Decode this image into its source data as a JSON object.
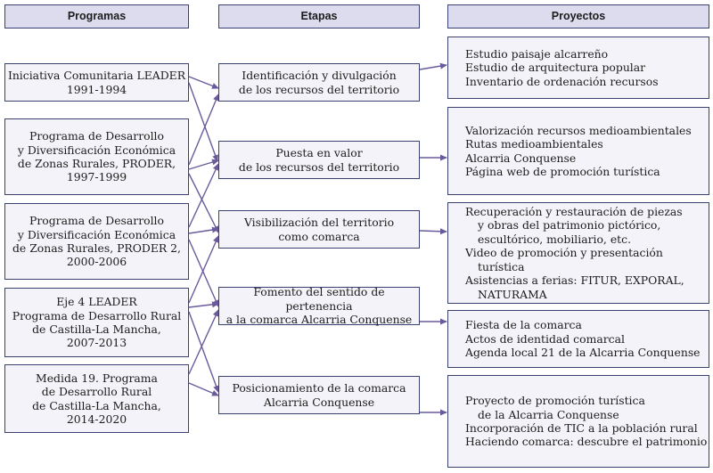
{
  "headers": {
    "programas": "Programas",
    "etapas": "Etapas",
    "proyectos": "Proyectos"
  },
  "programas": [
    {
      "lines": [
        "Iniciativa Comunitaria LEADER",
        "1991-1994"
      ]
    },
    {
      "lines": [
        "Programa de Desarrollo",
        "y Diversificación Económica",
        "de Zonas Rurales, PRODER,",
        "1997-1999"
      ]
    },
    {
      "lines": [
        "Programa de Desarrollo",
        "y Diversificación Económica",
        "de Zonas Rurales, PRODER 2,",
        "2000-2006"
      ]
    },
    {
      "lines": [
        "Eje 4 LEADER",
        "Programa de Desarrollo Rural",
        "de Castilla-La Mancha,",
        "2007-2013"
      ]
    },
    {
      "lines": [
        "Medida 19. Programa",
        "de Desarrollo Rural",
        "de Castilla-La Mancha,",
        "2014-2020"
      ]
    }
  ],
  "etapas": [
    {
      "lines": [
        "Identificación y divulgación",
        "de los recursos del territorio"
      ]
    },
    {
      "lines": [
        "Puesta en valor",
        "de los recursos del territorio"
      ]
    },
    {
      "lines": [
        "Visibilización del territorio",
        "como comarca"
      ]
    },
    {
      "lines": [
        "Fomento del sentido de pertenencia",
        "a la comarca Alcarria Conquense"
      ]
    },
    {
      "lines": [
        "Posicionamiento de la comarca",
        "Alcarria Conquense"
      ]
    }
  ],
  "proyectos": [
    {
      "lines": [
        "Estudio paisaje alcarreño",
        "Estudio de arquitectura popular",
        "Inventario de ordenación recursos"
      ]
    },
    {
      "lines": [
        "Valorización recursos medioambientales",
        "Rutas medioambientales",
        "Alcarria Conquense",
        "Página web de promoción turística"
      ]
    },
    {
      "lines": [
        "Recuperación y restauración de piezas",
        "y obras del patrimonio pictórico,",
        "escultórico, mobiliario, etc.",
        "Video de promoción y presentación",
        "turística",
        "Asistencias a ferias: FITUR, EXPORAL,",
        "NATURAMA"
      ]
    },
    {
      "lines": [
        "Fiesta de la comarca",
        "Actos de identidad comarcal",
        "Agenda local 21 de la Alcarria Conquense"
      ]
    },
    {
      "lines": [
        "Proyecto de promoción turística",
        "de la Alcarria  Conquense",
        "Incorporación de TIC a la población rural",
        "Haciendo comarca: descubre el patrimonio"
      ]
    }
  ],
  "colors": {
    "border": "#3a4170",
    "arrow": "#6a5a9c",
    "fill": "#f3f3f9",
    "header_fill": "#dcdcee"
  }
}
